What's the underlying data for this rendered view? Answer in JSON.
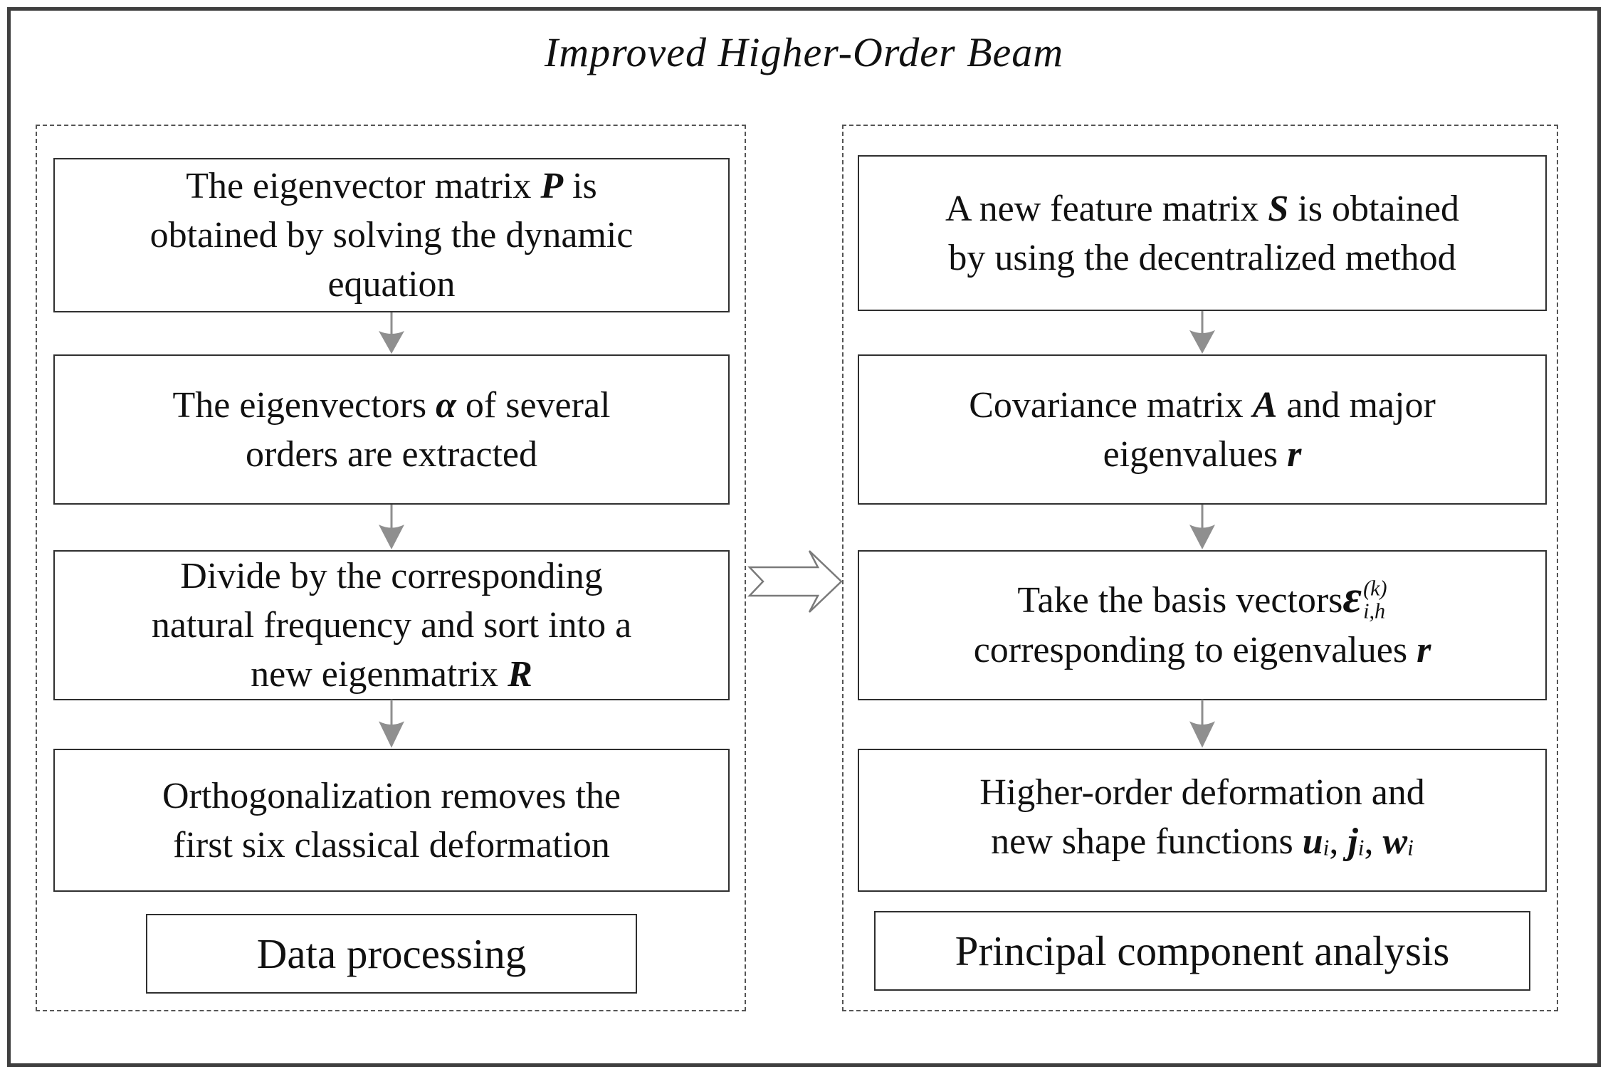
{
  "title": "Improved Higher-Order Beam",
  "diagram": {
    "left": {
      "group_label": "Data processing",
      "steps": [
        {
          "parts": [
            {
              "t": "The eigenvector matrix ",
              "s": "plain"
            },
            {
              "t": "P",
              "s": "sym"
            },
            {
              "t": " is",
              "s": "plain"
            },
            {
              "s": "br"
            },
            {
              "t": "obtained by solving the dynamic",
              "s": "plain"
            },
            {
              "s": "br"
            },
            {
              "t": "equation",
              "s": "plain"
            }
          ]
        },
        {
          "parts": [
            {
              "t": "The eigenvectors ",
              "s": "plain"
            },
            {
              "t": "α",
              "s": "sym"
            },
            {
              "t": " of several",
              "s": "plain"
            },
            {
              "s": "br"
            },
            {
              "t": "orders are extracted",
              "s": "plain"
            }
          ]
        },
        {
          "parts": [
            {
              "t": "Divide by the corresponding",
              "s": "plain"
            },
            {
              "s": "br"
            },
            {
              "t": "natural frequency and sort into a",
              "s": "plain"
            },
            {
              "s": "br"
            },
            {
              "t": "new eigenmatrix ",
              "s": "plain"
            },
            {
              "t": "R",
              "s": "sym"
            }
          ]
        },
        {
          "parts": [
            {
              "t": "Orthogonalization removes the",
              "s": "plain"
            },
            {
              "s": "br"
            },
            {
              "t": "first six classical deformation",
              "s": "plain"
            }
          ]
        }
      ]
    },
    "right": {
      "group_label": "Principal component analysis",
      "steps": [
        {
          "parts": [
            {
              "t": "A new feature matrix ",
              "s": "plain"
            },
            {
              "t": "S",
              "s": "sym"
            },
            {
              "t": " is obtained",
              "s": "plain"
            },
            {
              "s": "br"
            },
            {
              "t": "by using the decentralized method",
              "s": "plain"
            }
          ]
        },
        {
          "parts": [
            {
              "t": "Covariance matrix ",
              "s": "plain"
            },
            {
              "t": "A",
              "s": "sym"
            },
            {
              "t": " and major",
              "s": "plain"
            },
            {
              "s": "br"
            },
            {
              "t": "eigenvalues ",
              "s": "plain"
            },
            {
              "t": "r",
              "s": "sym"
            }
          ]
        },
        {
          "parts": [
            {
              "t": "Take the basis vectors",
              "s": "plain"
            },
            {
              "t": "ε",
              "s": "bigsym"
            },
            {
              "s": "supsub",
              "sup": "(k)",
              "sub": "i,h"
            },
            {
              "s": "br"
            },
            {
              "t": "corresponding to eigenvalues ",
              "s": "plain"
            },
            {
              "t": "r",
              "s": "sym"
            }
          ]
        },
        {
          "parts": [
            {
              "t": "Higher-order deformation and",
              "s": "plain"
            },
            {
              "s": "br"
            },
            {
              "t": "new shape functions ",
              "s": "plain"
            },
            {
              "t": "u",
              "s": "sym"
            },
            {
              "t": "i",
              "s": "sub"
            },
            {
              "t": ", ",
              "s": "plain"
            },
            {
              "t": "j",
              "s": "sym"
            },
            {
              "t": "i",
              "s": "sub"
            },
            {
              "t": ", ",
              "s": "plain"
            },
            {
              "t": "w",
              "s": "sym"
            },
            {
              "t": "i",
              "s": "sub"
            }
          ]
        }
      ]
    }
  },
  "colors": {
    "frame_border": "#3f3f3f",
    "box_border": "#2f2f2f",
    "dashed_border": "#555555",
    "arrow_gray": "#8f8f8f",
    "big_arrow_outline": "#7a7a7a"
  }
}
